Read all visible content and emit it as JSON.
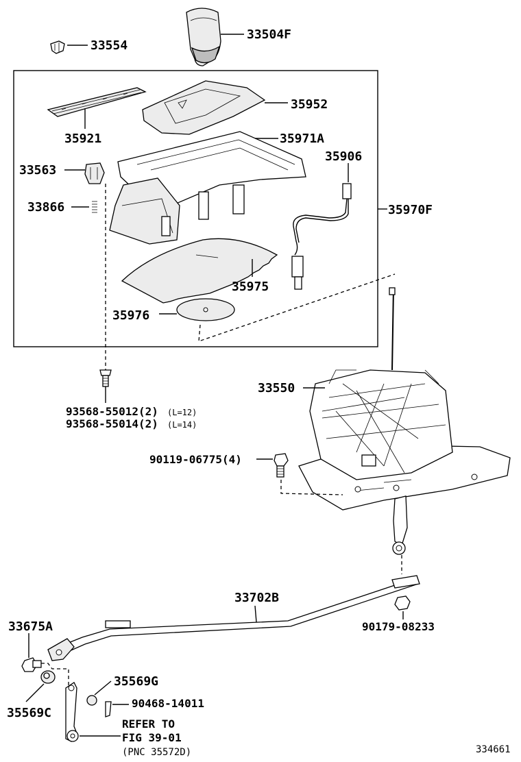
{
  "parts": {
    "p33504F": "33504F",
    "p33554": "33554",
    "p35952": "35952",
    "p35921": "35921",
    "p35971A": "35971A",
    "p35906": "35906",
    "p33563": "33563",
    "p33866": "33866",
    "p35970F": "35970F",
    "p35975": "35975",
    "p35976": "35976",
    "p33550": "33550",
    "p93568_55012": "93568-55012(2)",
    "p93568_55012_len": "(L=12)",
    "p93568_55014": "93568-55014(2)",
    "p93568_55014_len": "(L=14)",
    "p90119_06775": "90119-06775(4)",
    "p33702B": "33702B",
    "p33675A": "33675A",
    "p90179_08233": "90179-08233",
    "p35569G": "35569G",
    "p35569C": "35569C",
    "p90468_14011": "90468-14011"
  },
  "reference": {
    "line1": "REFER TO",
    "line2": "FIG 39-01",
    "line3": "(PNC 35572D)"
  },
  "diagram_code": "334661"
}
